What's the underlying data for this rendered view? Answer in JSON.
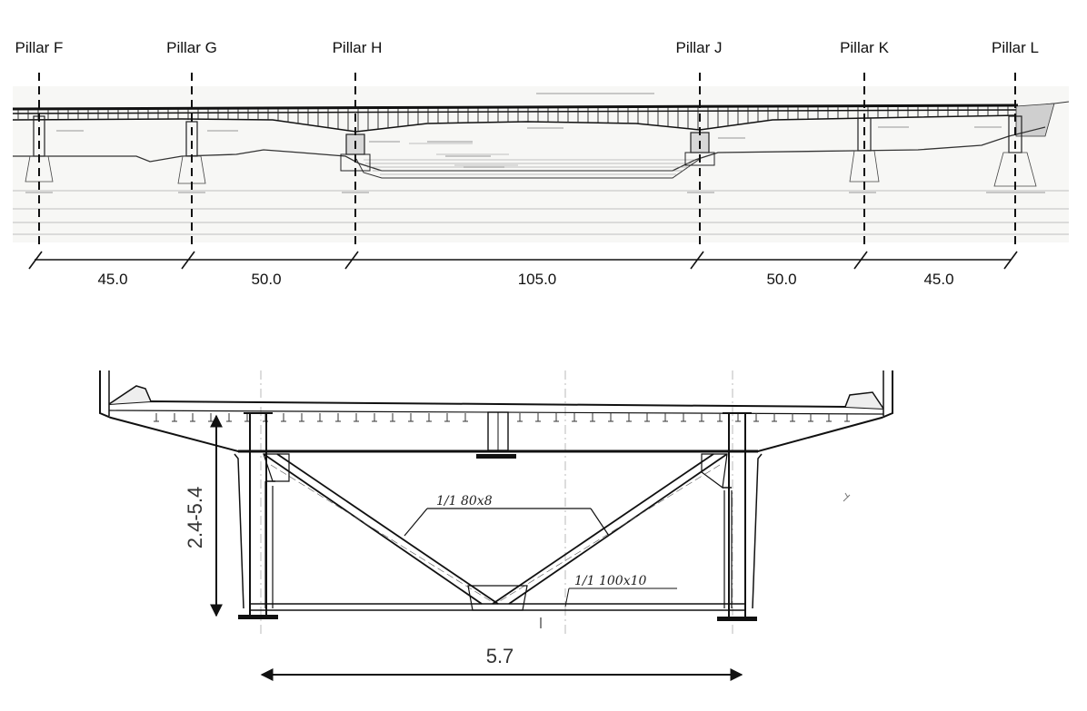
{
  "elevation": {
    "pillars": [
      "Pillar F",
      "Pillar G",
      "Pillar H",
      "Pillar J",
      "Pillar K",
      "Pillar L"
    ],
    "spans": [
      "45.0",
      "50.0",
      "105.0",
      "50.0",
      "45.0"
    ]
  },
  "cross_section": {
    "height_label": "2.4-5.4",
    "width_label": "5.7",
    "bracing_annotation": "1/1 80x8",
    "bottom_annotation": "1/1 100x10"
  }
}
